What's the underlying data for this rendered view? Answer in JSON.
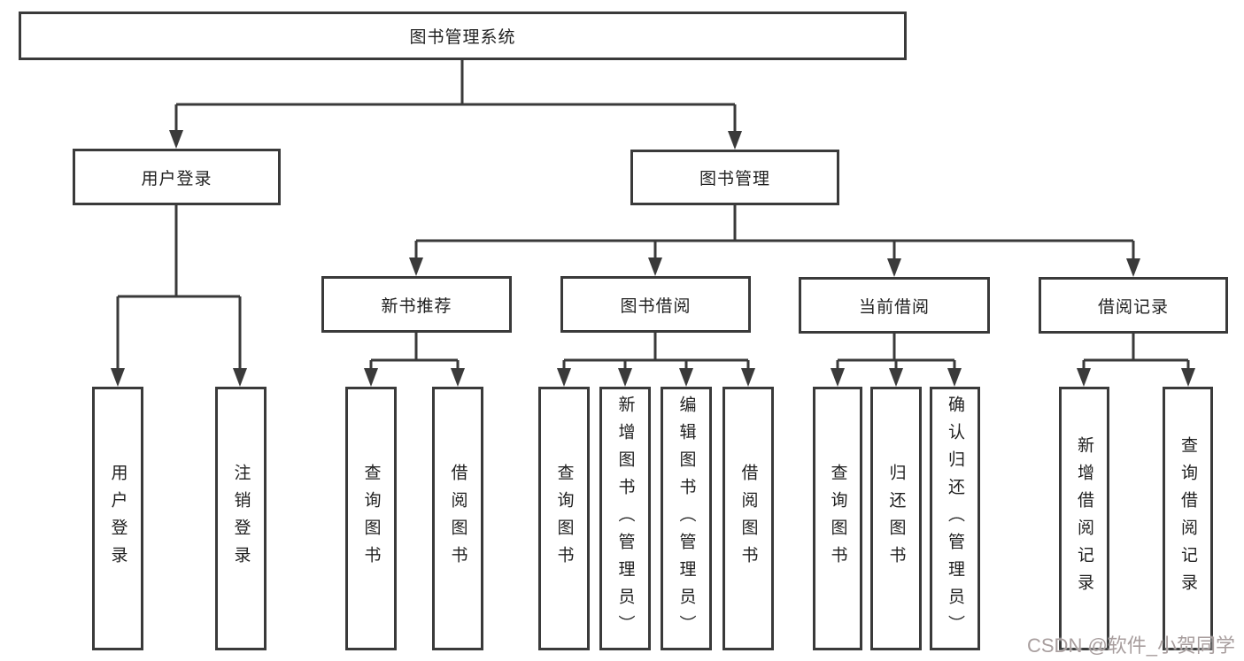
{
  "diagram_title": "图书管理系统",
  "tree": {
    "root": {
      "label": "图书管理系统"
    },
    "branches": [
      {
        "label": "用户登录",
        "children": [
          {
            "label": "用户登录"
          },
          {
            "label": "注销登录"
          }
        ]
      },
      {
        "label": "图书管理",
        "children": [
          {
            "label": "新书推荐",
            "children": [
              {
                "label": "查询图书"
              },
              {
                "label": "借阅图书"
              }
            ]
          },
          {
            "label": "图书借阅",
            "children": [
              {
                "label": "查询图书"
              },
              {
                "label": "新增图书（管理员）"
              },
              {
                "label": "编辑图书（管理员）"
              },
              {
                "label": "借阅图书"
              }
            ]
          },
          {
            "label": "当前借阅",
            "children": [
              {
                "label": "查询图书"
              },
              {
                "label": "归还图书"
              },
              {
                "label": "确认归还（管理员）"
              }
            ]
          },
          {
            "label": "借阅记录",
            "children": [
              {
                "label": "新增借阅记录"
              },
              {
                "label": "查询借阅记录"
              }
            ]
          }
        ]
      }
    ]
  },
  "watermark": "CSDN @软件_小贺同学",
  "colors": {
    "line": "#3a3a3a",
    "text": "#1f1f1f",
    "box_background": "#ffffff",
    "page_background": "#ffffff",
    "watermark": "#a89e9e"
  }
}
